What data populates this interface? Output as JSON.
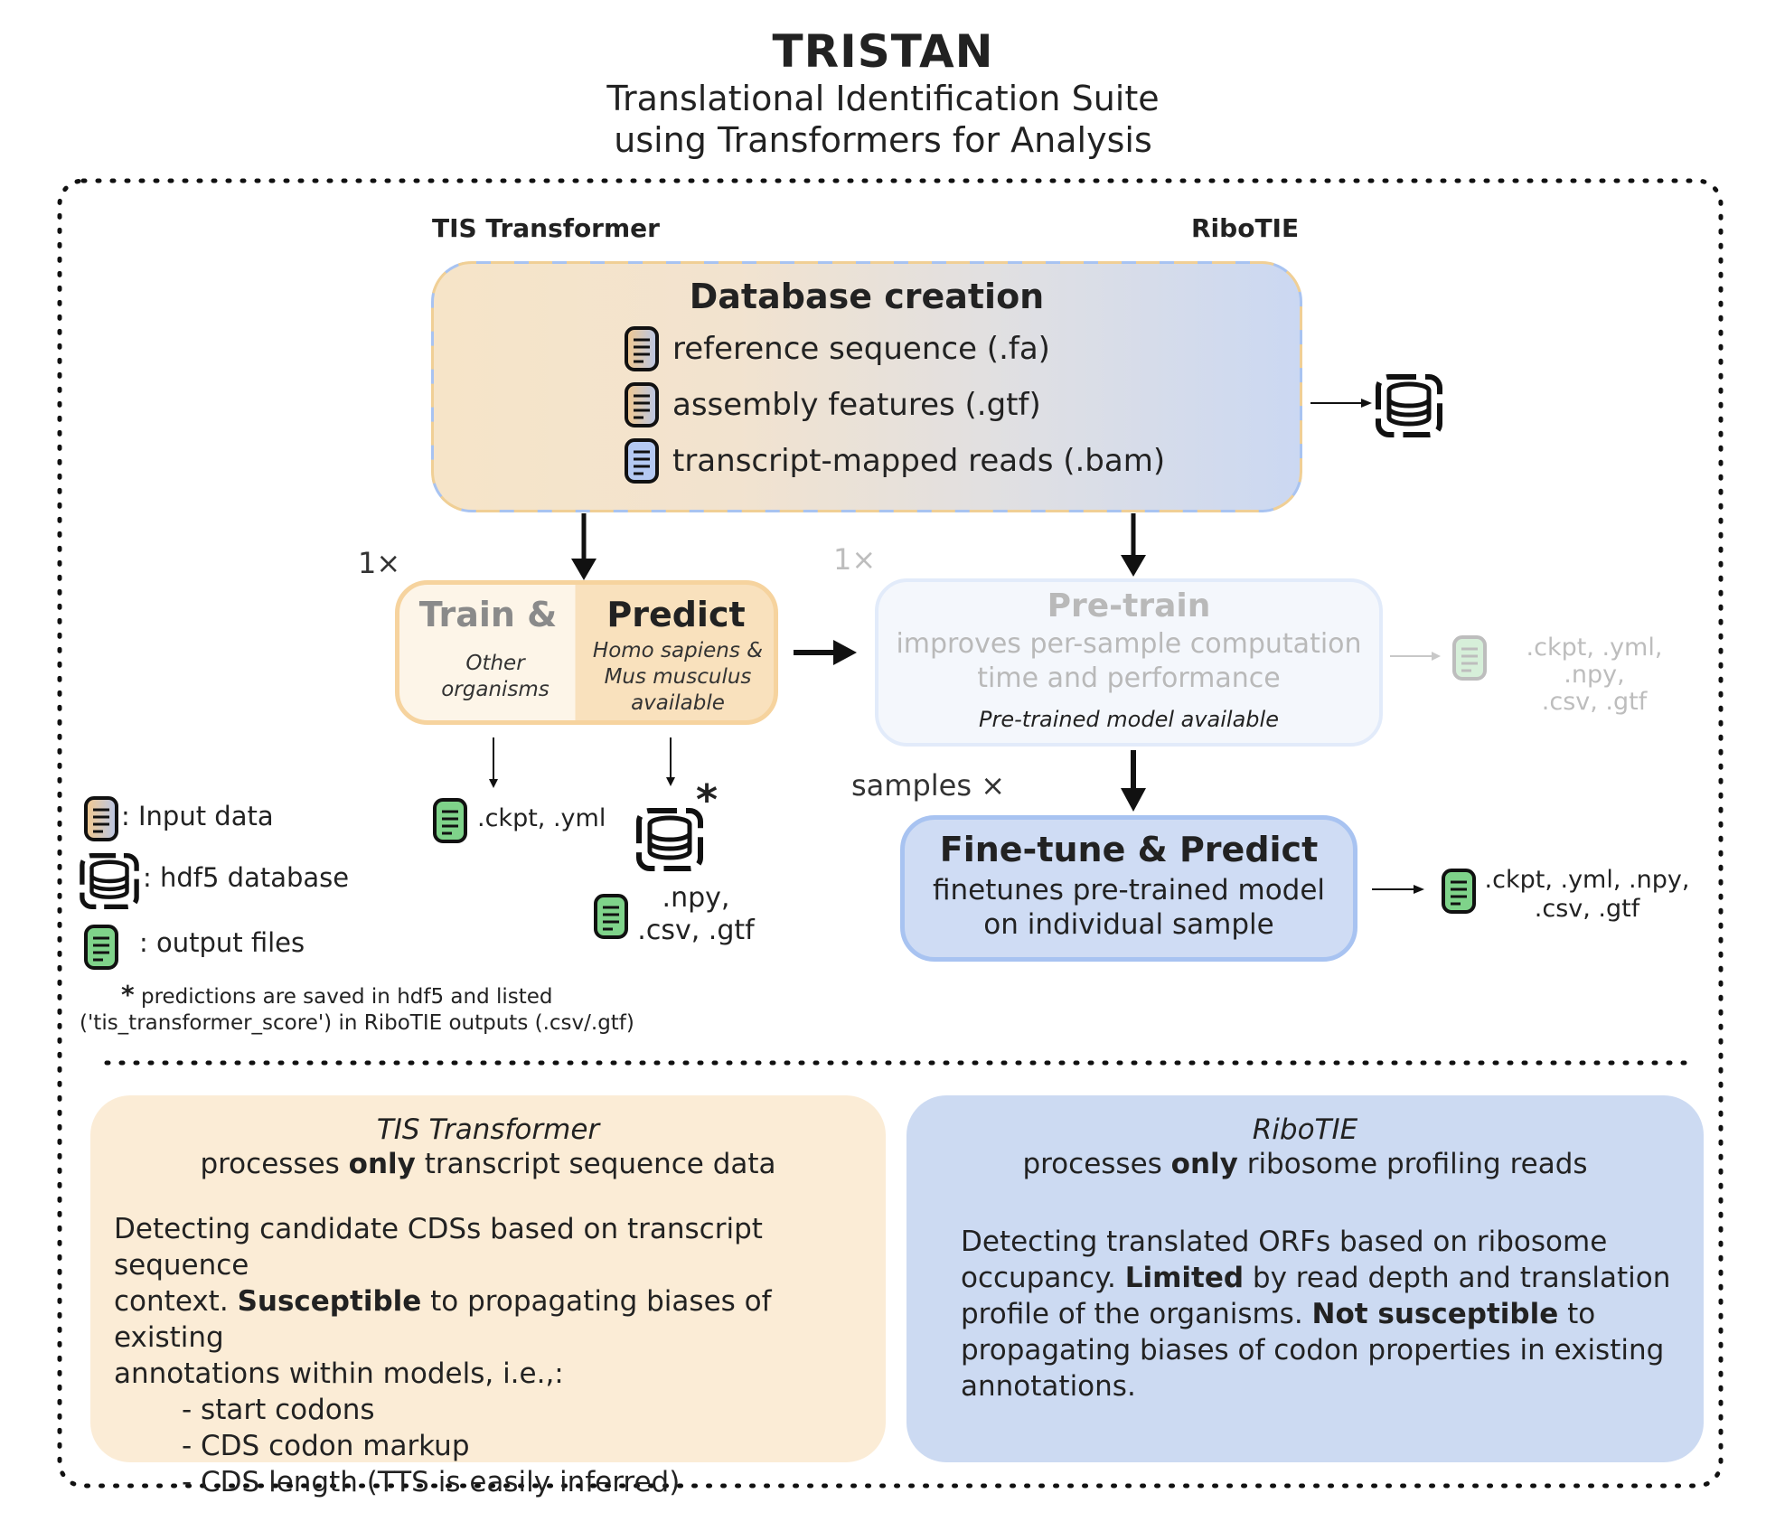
{
  "header": {
    "title": "TRISTAN",
    "subtitle_line1": "Translational Identification Suite",
    "subtitle_line2": "using Transformers for Analysis"
  },
  "labels": {
    "tis_transformer": "TIS Transformer",
    "ribotie": "RiboTIE"
  },
  "database": {
    "title": "Database creation",
    "items": [
      {
        "text": "reference sequence (.fa)",
        "icon": "input-file-icon"
      },
      {
        "text": "assembly features (.gtf)",
        "icon": "input-file-icon"
      },
      {
        "text": "transcript-mapped reads (.bam)",
        "icon": "reads-file-icon"
      }
    ]
  },
  "train_predict": {
    "multiplier": "1×",
    "left_head": "Train &",
    "left_sub1": "Other",
    "left_sub2": "organisms",
    "right_head": "Predict",
    "right_sub1": "Homo sapiens &",
    "right_sub2": "Mus musculus",
    "right_sub3": "available",
    "out_left": ".ckpt, .yml",
    "out_right1": ".npy,",
    "out_right2": ".csv, .gtf",
    "asterisk": "*"
  },
  "pretrain": {
    "multiplier": "1×",
    "head": "Pre-train",
    "sub1": "improves per-sample computation",
    "sub2": "time and performance",
    "available": "Pre-trained model available",
    "out1": ".ckpt, .yml, .npy,",
    "out2": ".csv, .gtf"
  },
  "finetune": {
    "multiplier": "samples ×",
    "head": "Fine-tune & Predict",
    "sub1": "finetunes pre-trained model",
    "sub2": "on individual sample",
    "out1": ".ckpt, .yml, .npy,",
    "out2": ".csv, .gtf"
  },
  "legend": {
    "input": ": Input data",
    "hdf5": ": hdf5 database",
    "output": ": output files",
    "note_star": "*",
    "note1": "predictions are saved in hdf5 and listed",
    "note2": "('tis_transformer_score') in RiboTIE outputs (.csv/.gtf)"
  },
  "bottom_left": {
    "title": "TIS Transformer",
    "sub_pre": "processes ",
    "sub_bold": "only",
    "sub_post": " transcript sequence data",
    "body1": "Detecting candidate CDSs based on transcript sequence",
    "body2_pre": "context. ",
    "body2_bold": "Susceptible",
    "body2_post": " to propagating biases of existing",
    "body3": "annotations within models, i.e.,:",
    "list": [
      "- start codons",
      "- CDS codon markup",
      "- CDS length (TTS is easily inferred)"
    ]
  },
  "bottom_right": {
    "title": "RiboTIE",
    "sub_pre": "processes ",
    "sub_bold": "only",
    "sub_post": " ribosome profiling reads",
    "body1": "Detecting translated ORFs based on ribosome",
    "body2_pre": "occupancy. ",
    "body2_bold": "Limited",
    "body2_post": " by read depth and translation",
    "body3_pre": "profile of the organisms. ",
    "body3_bold": "Not susceptible",
    "body3_post": " to",
    "body4": "propagating biases of codon properties in existing",
    "body5": "annotations."
  },
  "colors": {
    "tis_orange": "#f6d39e",
    "ribotie_blue": "#a8c3f1",
    "output_green": "#7fd38a"
  }
}
